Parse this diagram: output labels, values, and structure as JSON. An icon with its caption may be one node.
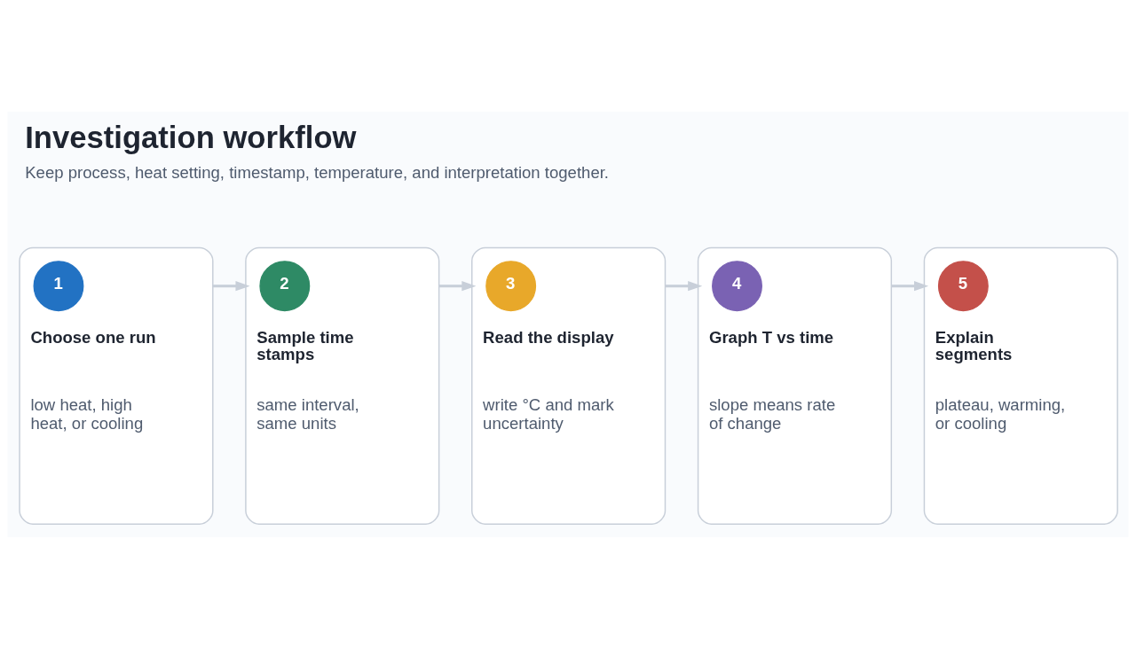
{
  "diagram": {
    "title": "Investigation workflow",
    "caption": "Keep process, heat setting, timestamp, temperature, and interpretation together.",
    "nodes": [
      {
        "text": [
          "Choose one run",
          "low heat, high heat, or cooling"
        ]
      },
      {
        "text": [
          "1"
        ],
        "in": 0
      },
      {
        "text": [
          "Sample time stamps",
          "same interval, same units"
        ]
      },
      {
        "text": [
          "2"
        ],
        "in": 2
      },
      {
        "text": [
          "Read the display",
          "write °C and mark uncertainty"
        ]
      },
      {
        "text": [
          "3"
        ],
        "in": 4
      },
      {
        "text": [
          "Graph T vs time",
          "slope means rate of change"
        ]
      },
      {
        "text": [
          "4"
        ],
        "in": 6
      },
      {
        "text": [
          "Explain segments",
          "plateau, warming, or cooling"
        ]
      },
      {
        "text": [
          "5"
        ],
        "in": 8
      }
    ],
    "edges": [
      {
        "from": 0,
        "to": 2,
        "arrow": "to"
      },
      {
        "from": 2,
        "to": 4,
        "arrow": "to"
      },
      {
        "from": 4,
        "to": 6,
        "arrow": "to"
      },
      {
        "from": 6,
        "to": 8,
        "arrow": "to"
      }
    ]
  }
}
